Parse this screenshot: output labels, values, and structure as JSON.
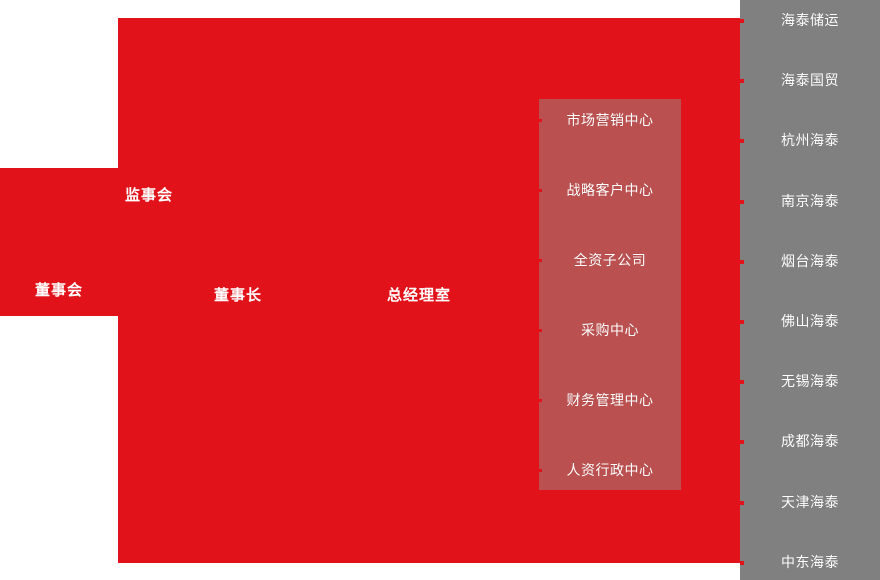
{
  "colors": {
    "primary_red": "#e2121b",
    "panel_red": "#bb5050",
    "sidebar_grey": "#808080",
    "text_white": "#ffffff"
  },
  "org_chart": {
    "board": {
      "label": "董事会"
    },
    "top_nodes": [
      {
        "name": "supervisor-board",
        "label": "监事会"
      },
      {
        "name": "chairman",
        "label": "董事长"
      },
      {
        "name": "general-manager-office",
        "label": "总经理室"
      }
    ],
    "departments": {
      "items": [
        {
          "label": "市场营销中心"
        },
        {
          "label": "战略客户中心"
        },
        {
          "label": "全资子公司"
        },
        {
          "label": "采购中心"
        },
        {
          "label": "财务管理中心"
        },
        {
          "label": "人资行政中心"
        }
      ]
    },
    "subsidiaries": {
      "items": [
        {
          "label": "海泰储运"
        },
        {
          "label": "海泰国贸"
        },
        {
          "label": "杭州海泰"
        },
        {
          "label": "南京海泰"
        },
        {
          "label": "烟台海泰"
        },
        {
          "label": "佛山海泰"
        },
        {
          "label": "无锡海泰"
        },
        {
          "label": "成都海泰"
        },
        {
          "label": "天津海泰"
        },
        {
          "label": "中东海泰"
        }
      ]
    }
  }
}
